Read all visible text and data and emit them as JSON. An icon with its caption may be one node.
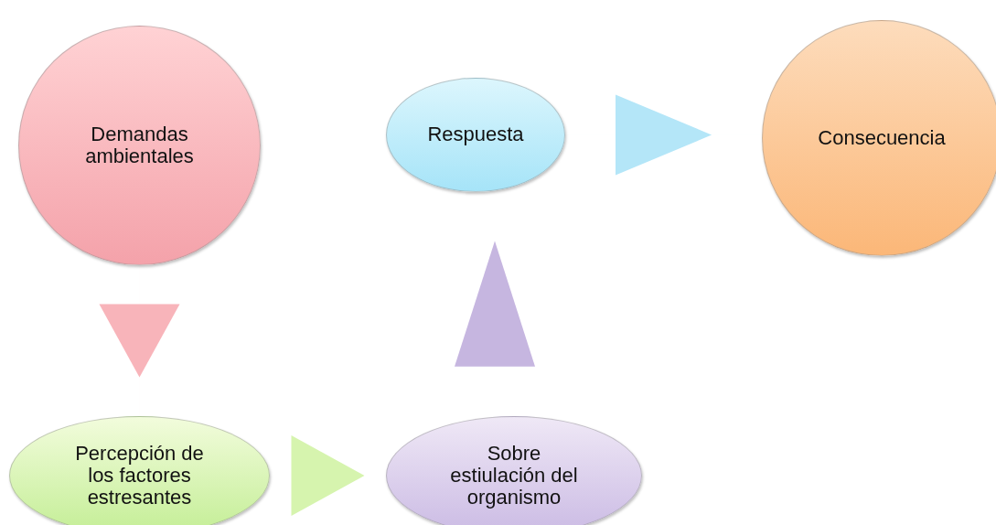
{
  "diagram": {
    "nodes": [
      {
        "text": [
          "Demandas ambientales"
        ]
      },
      {
        "text": [
          "Respuesta"
        ]
      },
      {
        "text": [
          "Consecuencia"
        ]
      },
      {
        "text": [
          "Percepción de los factores estresantes"
        ]
      },
      {
        "text": [
          "Sobre estiulación del organismo"
        ]
      }
    ],
    "edges": [
      {
        "from": 0,
        "to": 3,
        "arrow": "to",
        "color": "#f8b4ba"
      },
      {
        "from": 3,
        "to": 4,
        "arrow": "to",
        "color": "#d6f4ae"
      },
      {
        "from": 4,
        "to": 1,
        "arrow": "to",
        "color": "#c6b6e0"
      },
      {
        "from": 1,
        "to": 2,
        "arrow": "to",
        "color": "#b4e6f8"
      }
    ]
  }
}
